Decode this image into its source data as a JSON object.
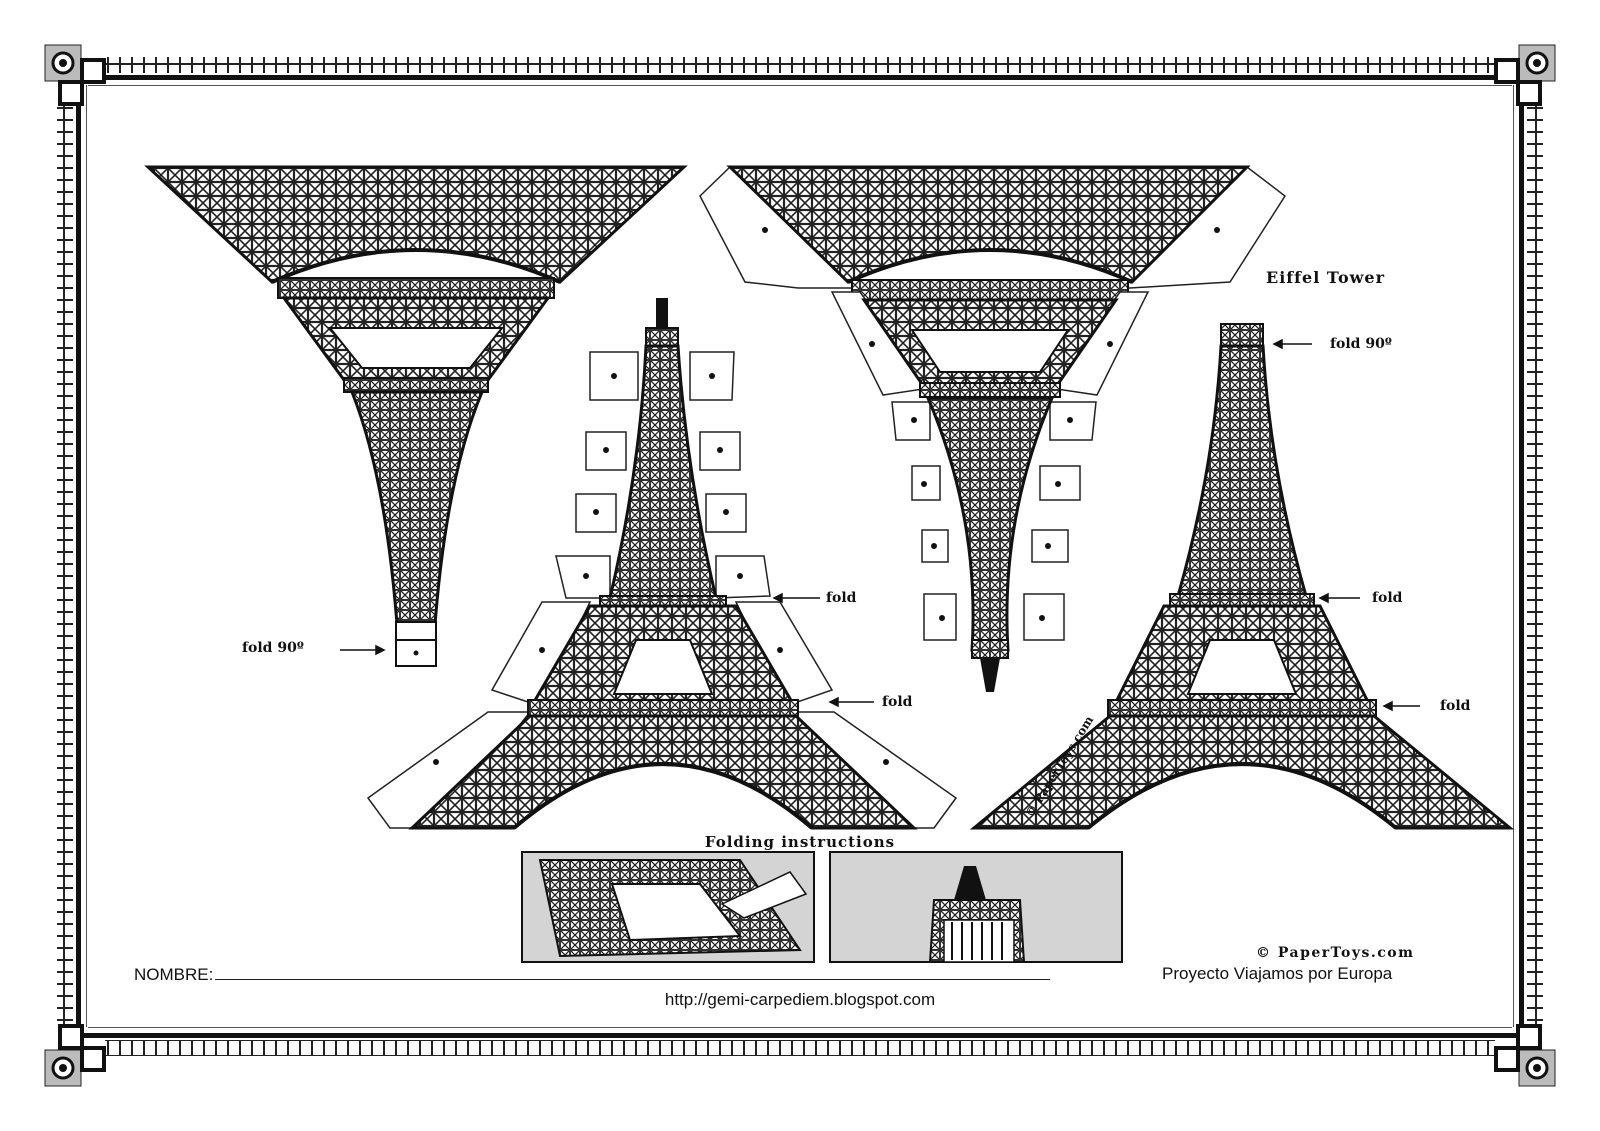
{
  "title": "Eiffel Tower",
  "labels": {
    "fold": "fold",
    "fold_90": "fold 90º"
  },
  "folding_caption": "Folding instructions",
  "copyright": "© PaperToys.com",
  "watermark": "© PaperToys.com",
  "nombre_label": "NOMBRE:",
  "project": "Proyecto Viajamos por Europa",
  "url": "http://gemi-carpediem.blogspot.com"
}
